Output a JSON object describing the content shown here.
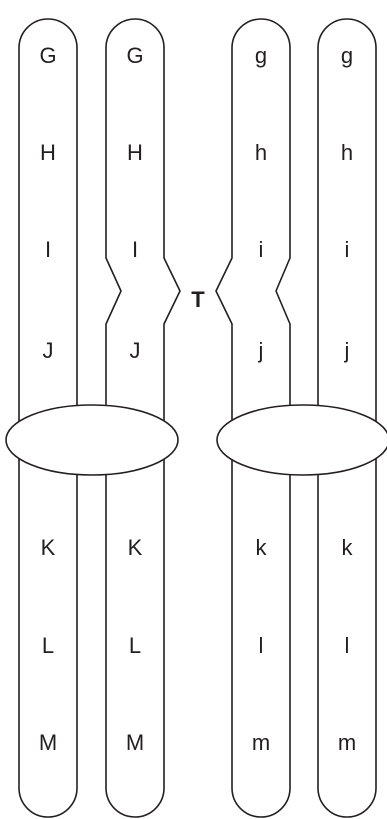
{
  "chromosome_pairs": [
    {
      "chromatids": [
        {
          "genes": [
            "G",
            "H",
            "I",
            "J",
            "K",
            "L",
            "M"
          ],
          "crossover": false
        },
        {
          "genes": [
            "G",
            "H",
            "I",
            "J",
            "K",
            "L",
            "M"
          ],
          "crossover": true
        }
      ]
    },
    {
      "chromatids": [
        {
          "genes": [
            "g",
            "h",
            "i",
            "j",
            "k",
            "l",
            "m"
          ],
          "crossover": true
        },
        {
          "genes": [
            "g",
            "h",
            "i",
            "j",
            "k",
            "l",
            "m"
          ],
          "crossover": false
        }
      ]
    }
  ],
  "crossover_label": "T",
  "colors": {
    "stroke": "#231f20",
    "fill": "#ffffff"
  }
}
